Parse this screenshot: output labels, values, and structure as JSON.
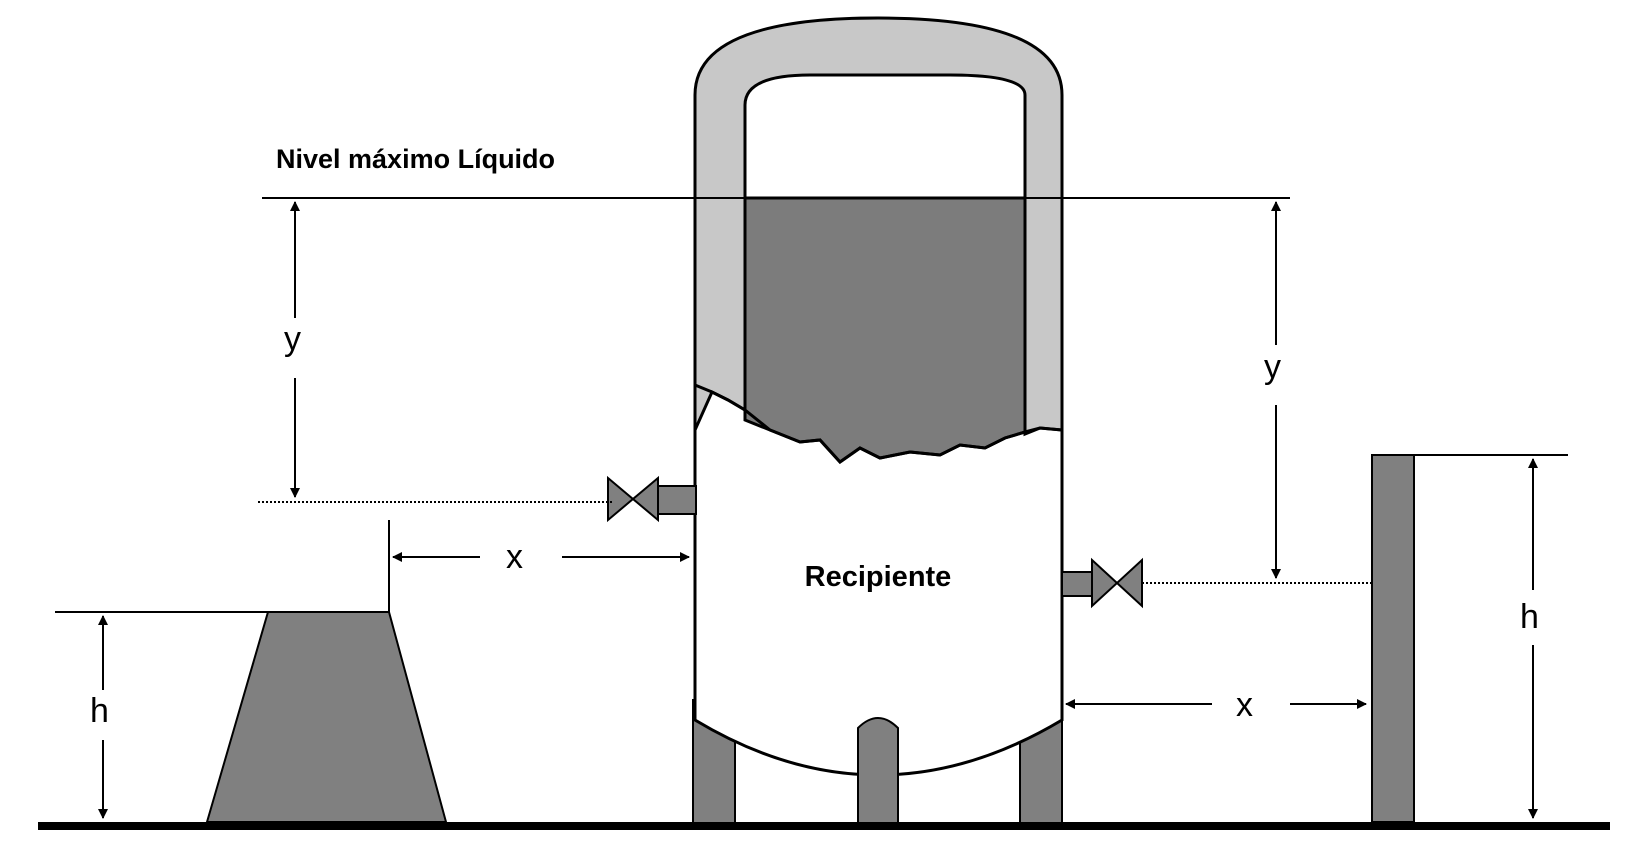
{
  "labels": {
    "max_level": "Nivel máximo Líquido",
    "vessel": "Recipiente",
    "y_left": "y",
    "y_right": "y",
    "x_left": "x",
    "x_right": "x",
    "h_left": "h",
    "h_right": "h"
  },
  "colors": {
    "shell": "#c8c8c8",
    "liquid": "#7c7c7c",
    "structure": "#808080",
    "ground": "#000000",
    "outline": "#000000"
  }
}
